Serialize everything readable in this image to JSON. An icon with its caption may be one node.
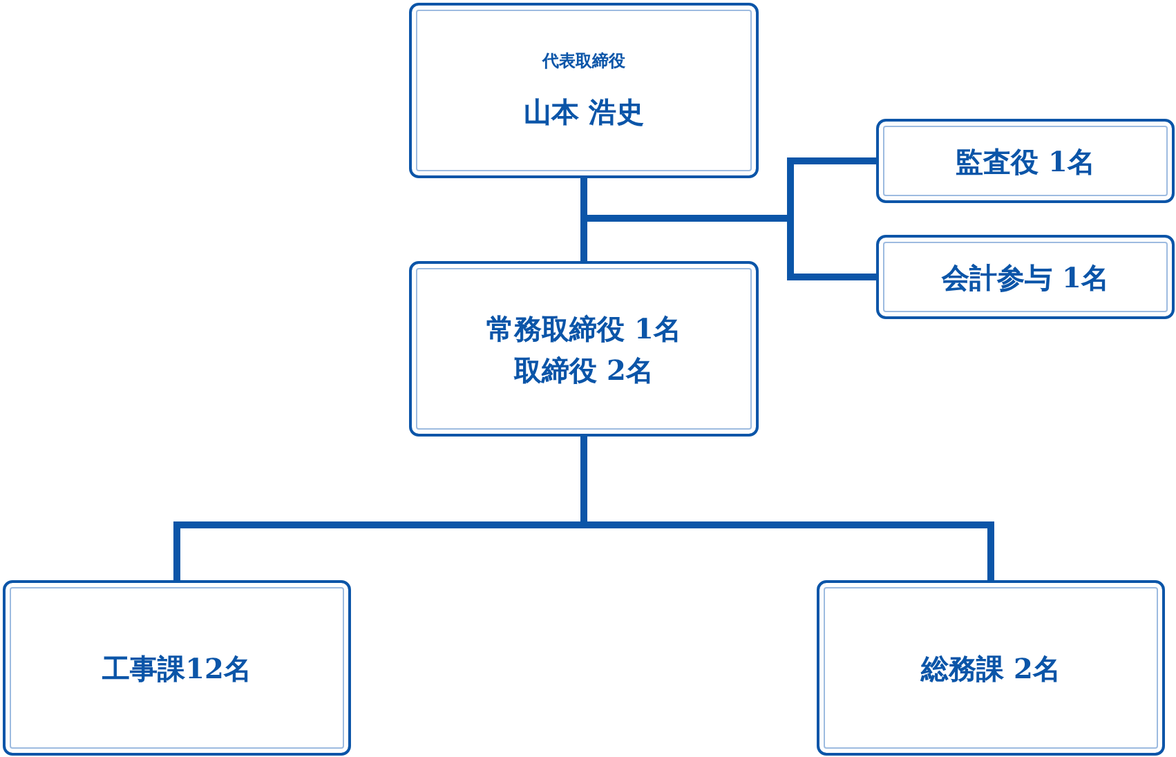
{
  "diagram": {
    "nodes": [
      {
        "text": [
          "代表取締役",
          "山本 浩史"
        ]
      },
      {
        "text": [
          "監査役 1名"
        ]
      },
      {
        "text": [
          "会計参与 1名"
        ]
      },
      {
        "text": [
          "常務取締役 1名",
          "取締役 2名"
        ]
      },
      {
        "text": [
          "工事課12名"
        ]
      },
      {
        "text": [
          "総務課 2名"
        ]
      }
    ],
    "edges": [
      {
        "from": 0,
        "to": 3,
        "arrow": "none"
      },
      {
        "from": 0,
        "to": 1,
        "arrow": "none"
      },
      {
        "from": 0,
        "to": 2,
        "arrow": "none"
      },
      {
        "from": 3,
        "to": 4,
        "arrow": "none"
      },
      {
        "from": 3,
        "to": 5,
        "arrow": "none"
      }
    ]
  }
}
